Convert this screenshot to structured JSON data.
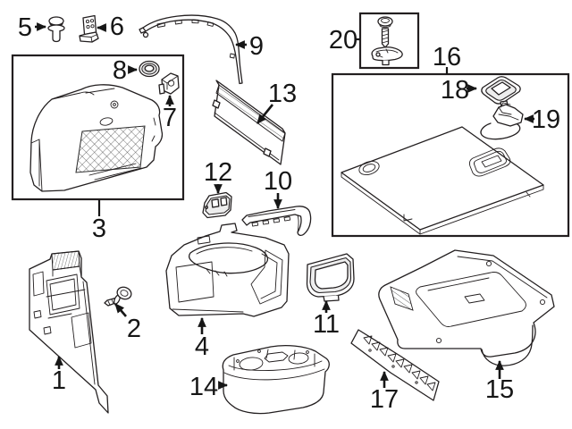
{
  "diagram": {
    "background_color": "#ffffff",
    "line_color": "#231f20",
    "label_color": "#161616",
    "boxed_groups": [
      "3",
      "16",
      "20"
    ],
    "callouts": [
      {
        "label": "1"
      },
      {
        "label": "2"
      },
      {
        "label": "3"
      },
      {
        "label": "4"
      },
      {
        "label": "5"
      },
      {
        "label": "6"
      },
      {
        "label": "7"
      },
      {
        "label": "8"
      },
      {
        "label": "9"
      },
      {
        "label": "10"
      },
      {
        "label": "11"
      },
      {
        "label": "12"
      },
      {
        "label": "13"
      },
      {
        "label": "14"
      },
      {
        "label": "15"
      },
      {
        "label": "16"
      },
      {
        "label": "17"
      },
      {
        "label": "18"
      },
      {
        "label": "19"
      },
      {
        "label": "20"
      }
    ]
  }
}
